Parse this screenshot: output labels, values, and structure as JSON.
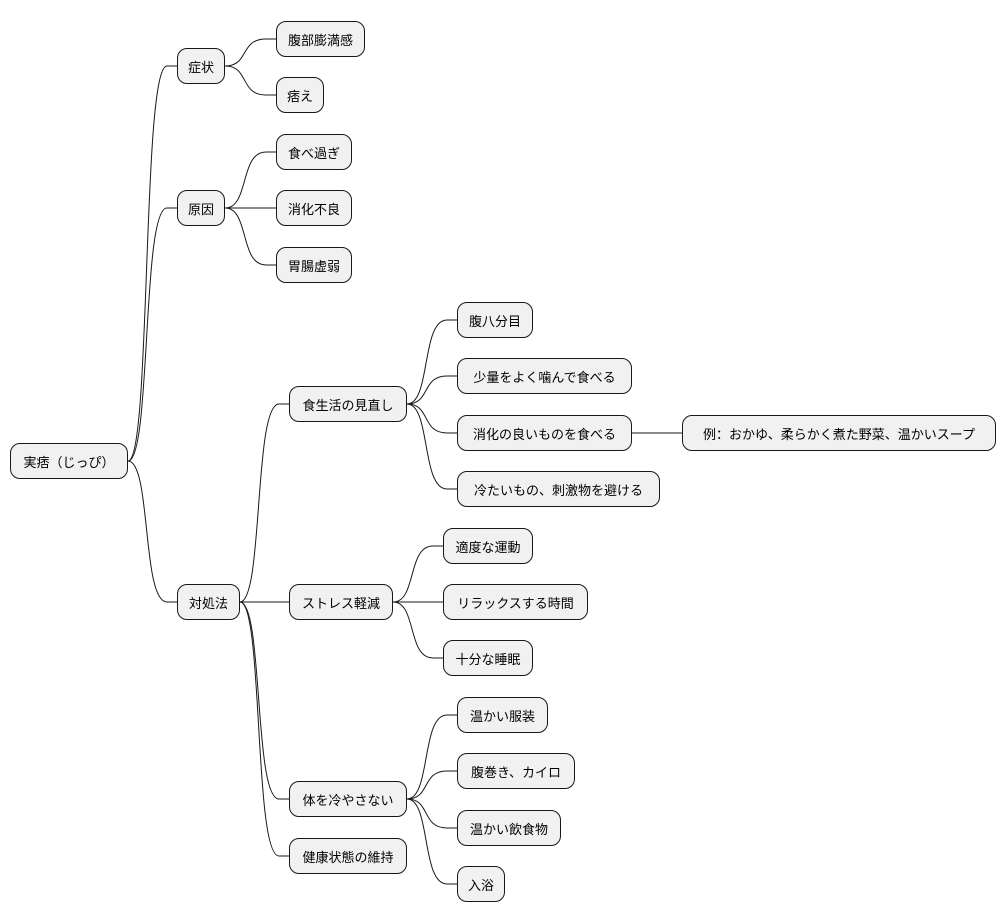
{
  "mindmap": {
    "root": {
      "label": "実痞（じっぴ）"
    },
    "symptoms": {
      "label": "症状",
      "items": [
        "腹部膨満感",
        "痞え"
      ]
    },
    "causes": {
      "label": "原因",
      "items": [
        "食べ過ぎ",
        "消化不良",
        "胃腸虚弱"
      ]
    },
    "remedies": {
      "label": "対処法",
      "diet": {
        "label": "食生活の見直し",
        "items": [
          "腹八分目",
          "少量をよく噛んで食べる",
          "消化の良いものを食べる",
          "冷たいもの、刺激物を避ける"
        ],
        "example": "例：おかゆ、柔らかく煮た野菜、温かいスープ"
      },
      "stress": {
        "label": "ストレス軽減",
        "items": [
          "適度な運動",
          "リラックスする時間",
          "十分な睡眠"
        ]
      },
      "warmth": {
        "label": "体を冷やさない",
        "items": [
          "温かい服装",
          "腹巻き、カイロ",
          "温かい飲食物",
          "入浴"
        ]
      },
      "health": {
        "label": "健康状態の維持"
      }
    }
  }
}
